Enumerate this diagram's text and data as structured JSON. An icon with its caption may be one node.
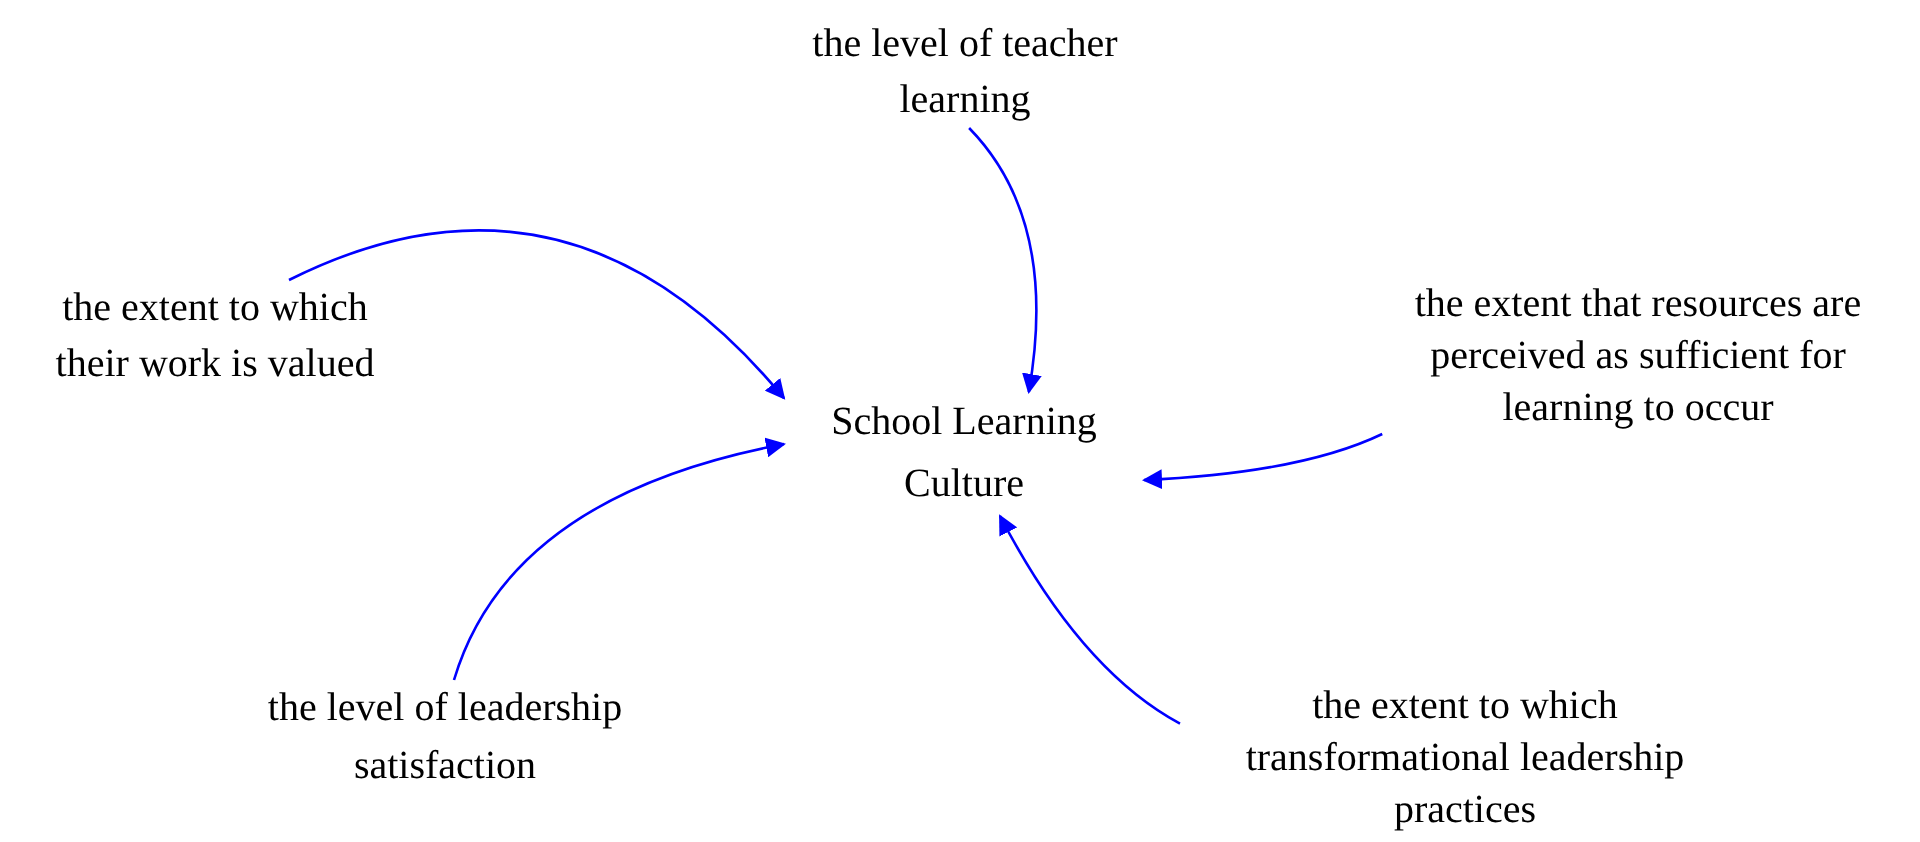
{
  "diagram": {
    "nodes": [
      {
        "text": [
          "School Learning Culture"
        ]
      },
      {
        "text": [
          "the level of teacher learning"
        ]
      },
      {
        "text": [
          "the extent to which their work is valued"
        ]
      },
      {
        "text": [
          "the extent that resources are perceived as sufficient for learning to occur"
        ]
      },
      {
        "text": [
          "the level of leadership satisfaction"
        ]
      },
      {
        "text": [
          "the extent to which transformational leadership practices"
        ]
      }
    ],
    "edges": [
      {
        "from": 1,
        "to": 0,
        "arrow": "to"
      },
      {
        "from": 2,
        "to": 0,
        "arrow": "to"
      },
      {
        "from": 3,
        "to": 0,
        "arrow": "to"
      },
      {
        "from": 4,
        "to": 0,
        "arrow": "to"
      },
      {
        "from": 5,
        "to": 0,
        "arrow": "to"
      }
    ]
  }
}
